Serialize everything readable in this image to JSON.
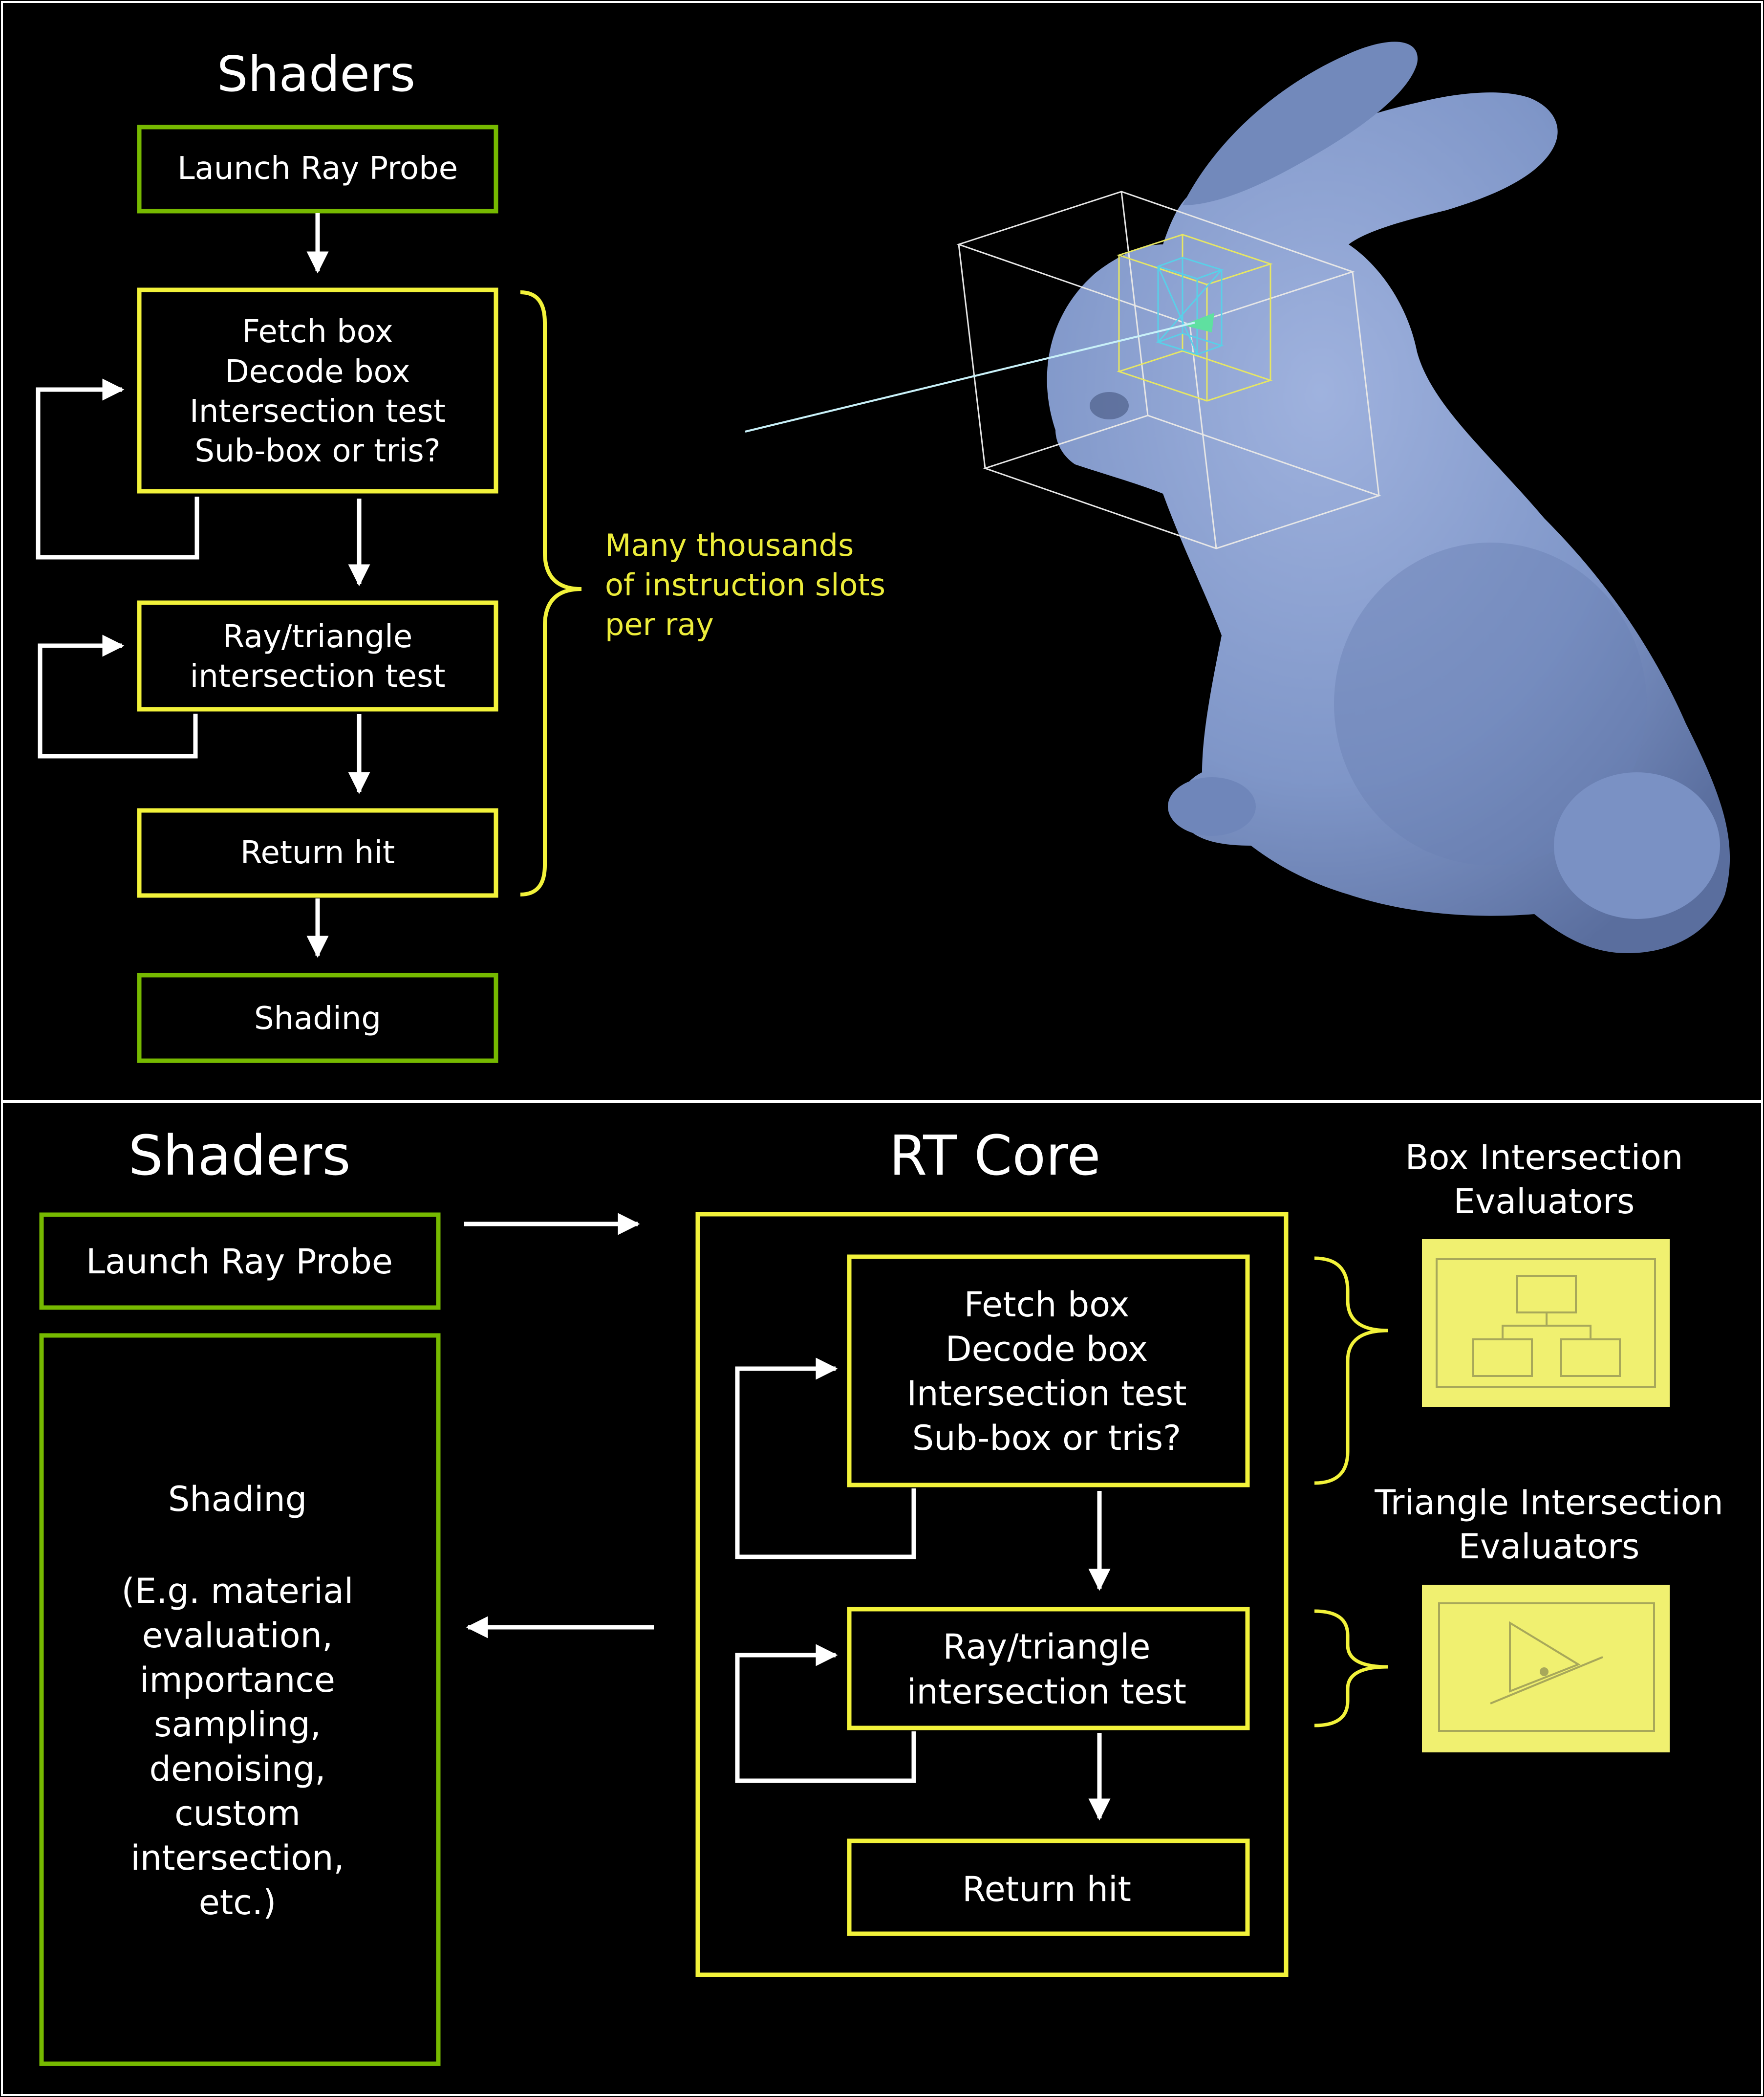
{
  "colors": {
    "background": "#000000",
    "green_border": "#76b900",
    "yellow_border": "#f2f23a",
    "white": "#ffffff",
    "yellow_text": "#ecec3a",
    "evaluator_fill": "#f0f070",
    "bunny": "#7f96c8"
  },
  "top": {
    "title": "Shaders",
    "launch": "Launch Ray Probe",
    "fetch_lines": [
      "Fetch box",
      "Decode box",
      "Intersection test",
      "Sub-box or tris?"
    ],
    "tri_lines": [
      "Ray/triangle",
      "intersection test"
    ],
    "return": "Return hit",
    "shading": "Shading",
    "note_lines": [
      "Many thousands",
      "of instruction slots",
      "per ray"
    ],
    "illustration_icon": "stanford-bunny-bvh-illustration"
  },
  "bottom": {
    "shaders_title": "Shaders",
    "rt_title": "RT Core",
    "launch": "Launch Ray Probe",
    "shading_title": "Shading",
    "shading_lines": [
      "(E.g. material",
      "evaluation,",
      "importance",
      "sampling,",
      "denoising,",
      "custom",
      "intersection,",
      "etc.)"
    ],
    "fetch_lines": [
      "Fetch box",
      "Decode box",
      "Intersection test",
      "Sub-box or tris?"
    ],
    "tri_lines": [
      "Ray/triangle",
      "intersection test"
    ],
    "return": "Return hit",
    "box_eval_lines": [
      "Box Intersection",
      "Evaluators"
    ],
    "tri_eval_lines": [
      "Triangle Intersection",
      "Evaluators"
    ],
    "box_eval_icon": "hierarchy-tree-icon",
    "tri_eval_icon": "triangle-ray-icon"
  }
}
